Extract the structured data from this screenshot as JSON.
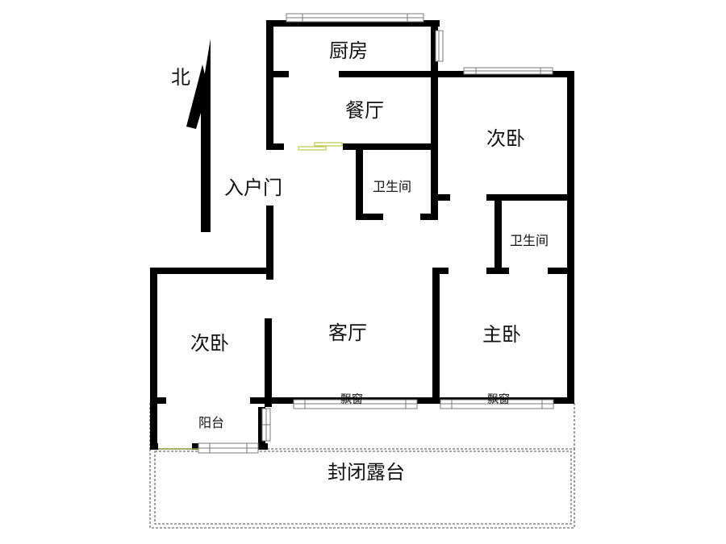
{
  "colors": {
    "wall": "#000000",
    "window": "#7a7a7a",
    "door_marker": "#b9c94a",
    "background": "#ffffff"
  },
  "compass": {
    "label": "北"
  },
  "rooms": {
    "kitchen": "厨房",
    "dining": "餐厅",
    "entrance": "入户门",
    "bathroom_north": "卫生间",
    "bathroom_master": "卫生间",
    "bedroom_northeast": "次卧",
    "bedroom_west": "次卧",
    "living_room": "客厅",
    "master_bedroom": "主卧",
    "balcony": "阳台",
    "enclosed_terrace": "封闭露台"
  },
  "windows": {
    "bay_window_living": "飘窗",
    "bay_window_master": "飘窗"
  }
}
